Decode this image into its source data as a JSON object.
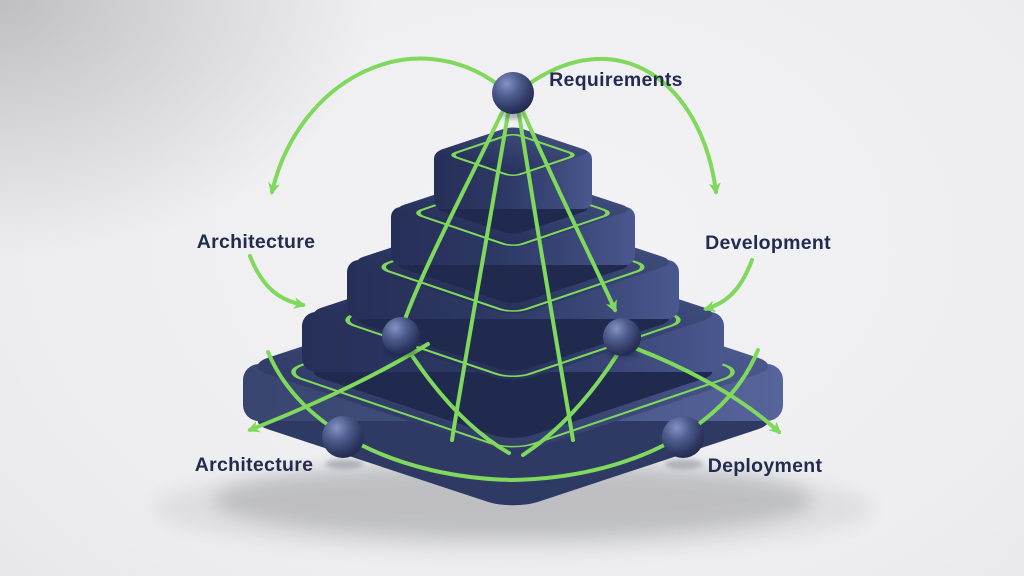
{
  "diagram": {
    "type": "stepped-pyramid-flow",
    "tier_count": 5,
    "node_count": 5
  },
  "labels": {
    "top": "Requirements",
    "middle_left": "Architecture",
    "middle_right": "Development",
    "bottom_left": "Architecture",
    "bottom_right": "Deployment"
  },
  "nodes": [
    {
      "name": "apex-node"
    },
    {
      "name": "middle-left-node"
    },
    {
      "name": "middle-right-node"
    },
    {
      "name": "bottom-left-node"
    },
    {
      "name": "bottom-right-node"
    }
  ],
  "colors": {
    "accent_green": "#80d95c",
    "pyramid_navy_dark": "#222b50",
    "pyramid_navy_light": "#4a588e",
    "label_text": "#232c50",
    "background": "#ededef"
  }
}
